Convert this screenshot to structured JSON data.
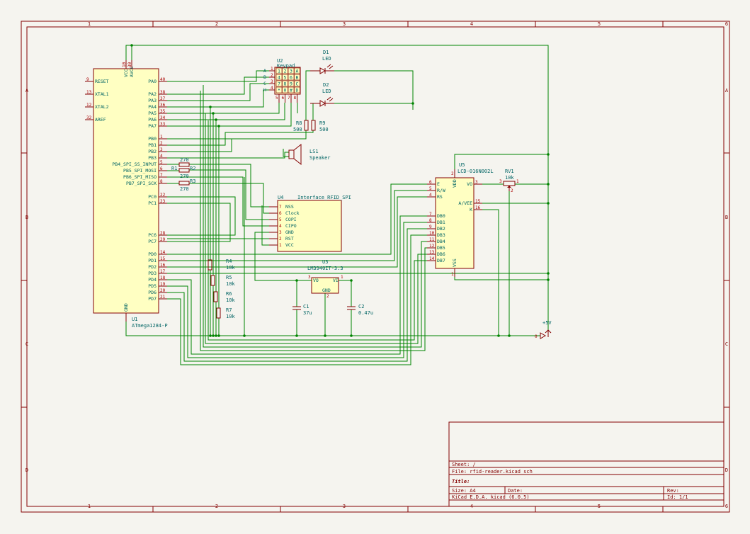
{
  "frame": {
    "col_labels": [
      "1",
      "2",
      "3",
      "4",
      "5",
      "6"
    ],
    "row_labels": [
      "A",
      "B",
      "C",
      "D"
    ]
  },
  "title_block": {
    "sheet": "Sheet: /",
    "file": "File: rfid-reader.kicad_sch",
    "title_label": "Title:",
    "size": "Size: A4",
    "date": "Date:",
    "rev": "Rev:",
    "tool": "KiCad E.D.A.  kicad (6.0.5)",
    "id": "Id: 1/1"
  },
  "u1": {
    "ref": "U1",
    "value": "ATmega1284-P",
    "left_pins": [
      {
        "num": "9",
        "name": "RESET"
      },
      {
        "num": "13",
        "name": "XTAL1"
      },
      {
        "num": "12",
        "name": "XTAL2"
      },
      {
        "num": "32",
        "name": "AREF"
      }
    ],
    "top_pins": [
      {
        "num": "10",
        "name": "VCC"
      },
      {
        "num": "30",
        "name": "AVCC"
      }
    ],
    "bottom_pin": {
      "num": "11",
      "name": "GND"
    },
    "right_pins": [
      {
        "num": "40",
        "name": "PA0"
      },
      {
        "num": "38",
        "name": "PA2"
      },
      {
        "num": "37",
        "name": "PA3"
      },
      {
        "num": "36",
        "name": "PA4"
      },
      {
        "num": "35",
        "name": "PA5"
      },
      {
        "num": "34",
        "name": "PA6"
      },
      {
        "num": "33",
        "name": "PA7"
      },
      {
        "num": "1",
        "name": "PB0"
      },
      {
        "num": "2",
        "name": "PB1"
      },
      {
        "num": "3",
        "name": "PB2"
      },
      {
        "num": "4",
        "name": "PB3"
      },
      {
        "num": "5",
        "name": "PB4_SPI_SS_INPUT"
      },
      {
        "num": "6",
        "name": "PB5_SPI_MOSI"
      },
      {
        "num": "7",
        "name": "PB6_SPI_MISO"
      },
      {
        "num": "8",
        "name": "PB7_SPI_SCK"
      },
      {
        "num": "22",
        "name": "PC0"
      },
      {
        "num": "23",
        "name": "PC1"
      },
      {
        "num": "28",
        "name": "PC6"
      },
      {
        "num": "29",
        "name": "PC7"
      },
      {
        "num": "14",
        "name": "PD0"
      },
      {
        "num": "15",
        "name": "PD1"
      },
      {
        "num": "16",
        "name": "PD2"
      },
      {
        "num": "17",
        "name": "PD3"
      },
      {
        "num": "18",
        "name": "PD4"
      },
      {
        "num": "19",
        "name": "PD5"
      },
      {
        "num": "20",
        "name": "PD6"
      },
      {
        "num": "21",
        "name": "PD7"
      }
    ]
  },
  "u2": {
    "ref": "U2",
    "value": "Keypad",
    "rows": [
      "A",
      "B",
      "C",
      "H"
    ],
    "row_nums": [
      "1",
      "2",
      "3",
      "4"
    ],
    "keys": [
      "1",
      "2",
      "3",
      "A",
      "4",
      "5",
      "6",
      "B",
      "7",
      "8",
      "9",
      "C",
      "*",
      "0",
      "#",
      "D"
    ],
    "col_nums": [
      "5",
      "6",
      "7",
      "8"
    ]
  },
  "d1": {
    "ref": "D1",
    "value": "LED"
  },
  "d2": {
    "ref": "D2",
    "value": "LED"
  },
  "r8": {
    "ref": "R8",
    "value": "500"
  },
  "r9": {
    "ref": "R9",
    "value": "500"
  },
  "ls1": {
    "ref": "LS1",
    "value": "Speaker"
  },
  "r1": {
    "ref": "R1",
    "value": "270"
  },
  "r2": {
    "ref": "R2",
    "value": "270"
  },
  "r3": {
    "ref": "R3",
    "value": "270"
  },
  "u4": {
    "ref": "U4",
    "value": "Interface_RFID_SPI",
    "pins": [
      {
        "num": "7",
        "name": "NSS"
      },
      {
        "num": "6",
        "name": "Clock"
      },
      {
        "num": "5",
        "name": "COPI"
      },
      {
        "num": "4",
        "name": "CIPO"
      },
      {
        "num": "3",
        "name": "GND"
      },
      {
        "num": "2",
        "name": "RST"
      },
      {
        "num": "1",
        "name": "VCC"
      }
    ]
  },
  "u5": {
    "ref": "U5",
    "value": "LCD-016N002L",
    "left_pins": [
      {
        "num": "6",
        "name": "E"
      },
      {
        "num": "5",
        "name": "R/W"
      },
      {
        "num": "4",
        "name": "RS"
      },
      {
        "num": "7",
        "name": "DB0"
      },
      {
        "num": "8",
        "name": "DB1"
      },
      {
        "num": "9",
        "name": "DB2"
      },
      {
        "num": "10",
        "name": "DB3"
      },
      {
        "num": "11",
        "name": "DB4"
      },
      {
        "num": "12",
        "name": "DB5"
      },
      {
        "num": "13",
        "name": "DB6"
      },
      {
        "num": "14",
        "name": "DB7"
      }
    ],
    "right_pins": [
      {
        "num": "3",
        "name": "VO"
      },
      {
        "num": "15",
        "name": "A/VEE"
      },
      {
        "num": "16",
        "name": "K"
      }
    ],
    "top_pin": {
      "num": "2",
      "name": "VDD"
    },
    "bottom_pin": {
      "num": "1",
      "name": "VSS"
    }
  },
  "rv1": {
    "ref": "RV1",
    "value": "10k",
    "pins": [
      "3",
      "1",
      "2"
    ]
  },
  "u3": {
    "ref": "U3",
    "value": "LM3940IT-3.3",
    "vi": "VI",
    "vo": "VO",
    "gnd": "GND",
    "pin_vi": "1",
    "pin_vo": "3",
    "pin_gnd": "2"
  },
  "c1": {
    "ref": "C1",
    "value": "37u"
  },
  "c2": {
    "ref": "C2",
    "value": "0.47u"
  },
  "r4": {
    "ref": "R4",
    "value": "10k"
  },
  "r5": {
    "ref": "R5",
    "value": "10k"
  },
  "r6": {
    "ref": "R6",
    "value": "10k"
  },
  "r7": {
    "ref": "R7",
    "value": "10k"
  },
  "power": {
    "label": "+5V"
  },
  "colors": {
    "wire": "#008400",
    "component": "#840000",
    "body_fill": "#ffffc2",
    "text": "#006464",
    "background": "#f5f4ef"
  }
}
